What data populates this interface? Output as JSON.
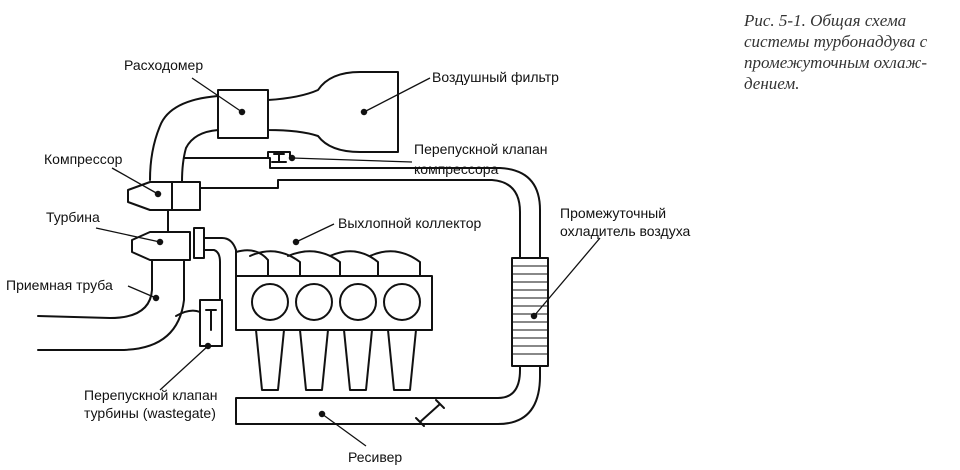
{
  "caption": {
    "lines": [
      "Рис. 5-1. Общая схема",
      "системы турбонаддува с",
      "промежуточным охлаж-",
      "дением."
    ]
  },
  "labels": {
    "flowmeter": "Расходомер",
    "air_filter": "Воздушный фильтр",
    "compressor": "Компрессор",
    "bypass_compressor_line1": "Перепускной клапан",
    "bypass_compressor_line2": "компрессора",
    "turbine": "Турбина",
    "exhaust_manifold": "Выхлопной коллектор",
    "intercooler_line1": "Промежуточный",
    "intercooler_line2": "охладитель воздуха",
    "downpipe": "Приемная труба",
    "wastegate_line1": "Перепускной клапан",
    "wastegate_line2": "турбины (wastegate)",
    "receiver": "Ресивер"
  }
}
